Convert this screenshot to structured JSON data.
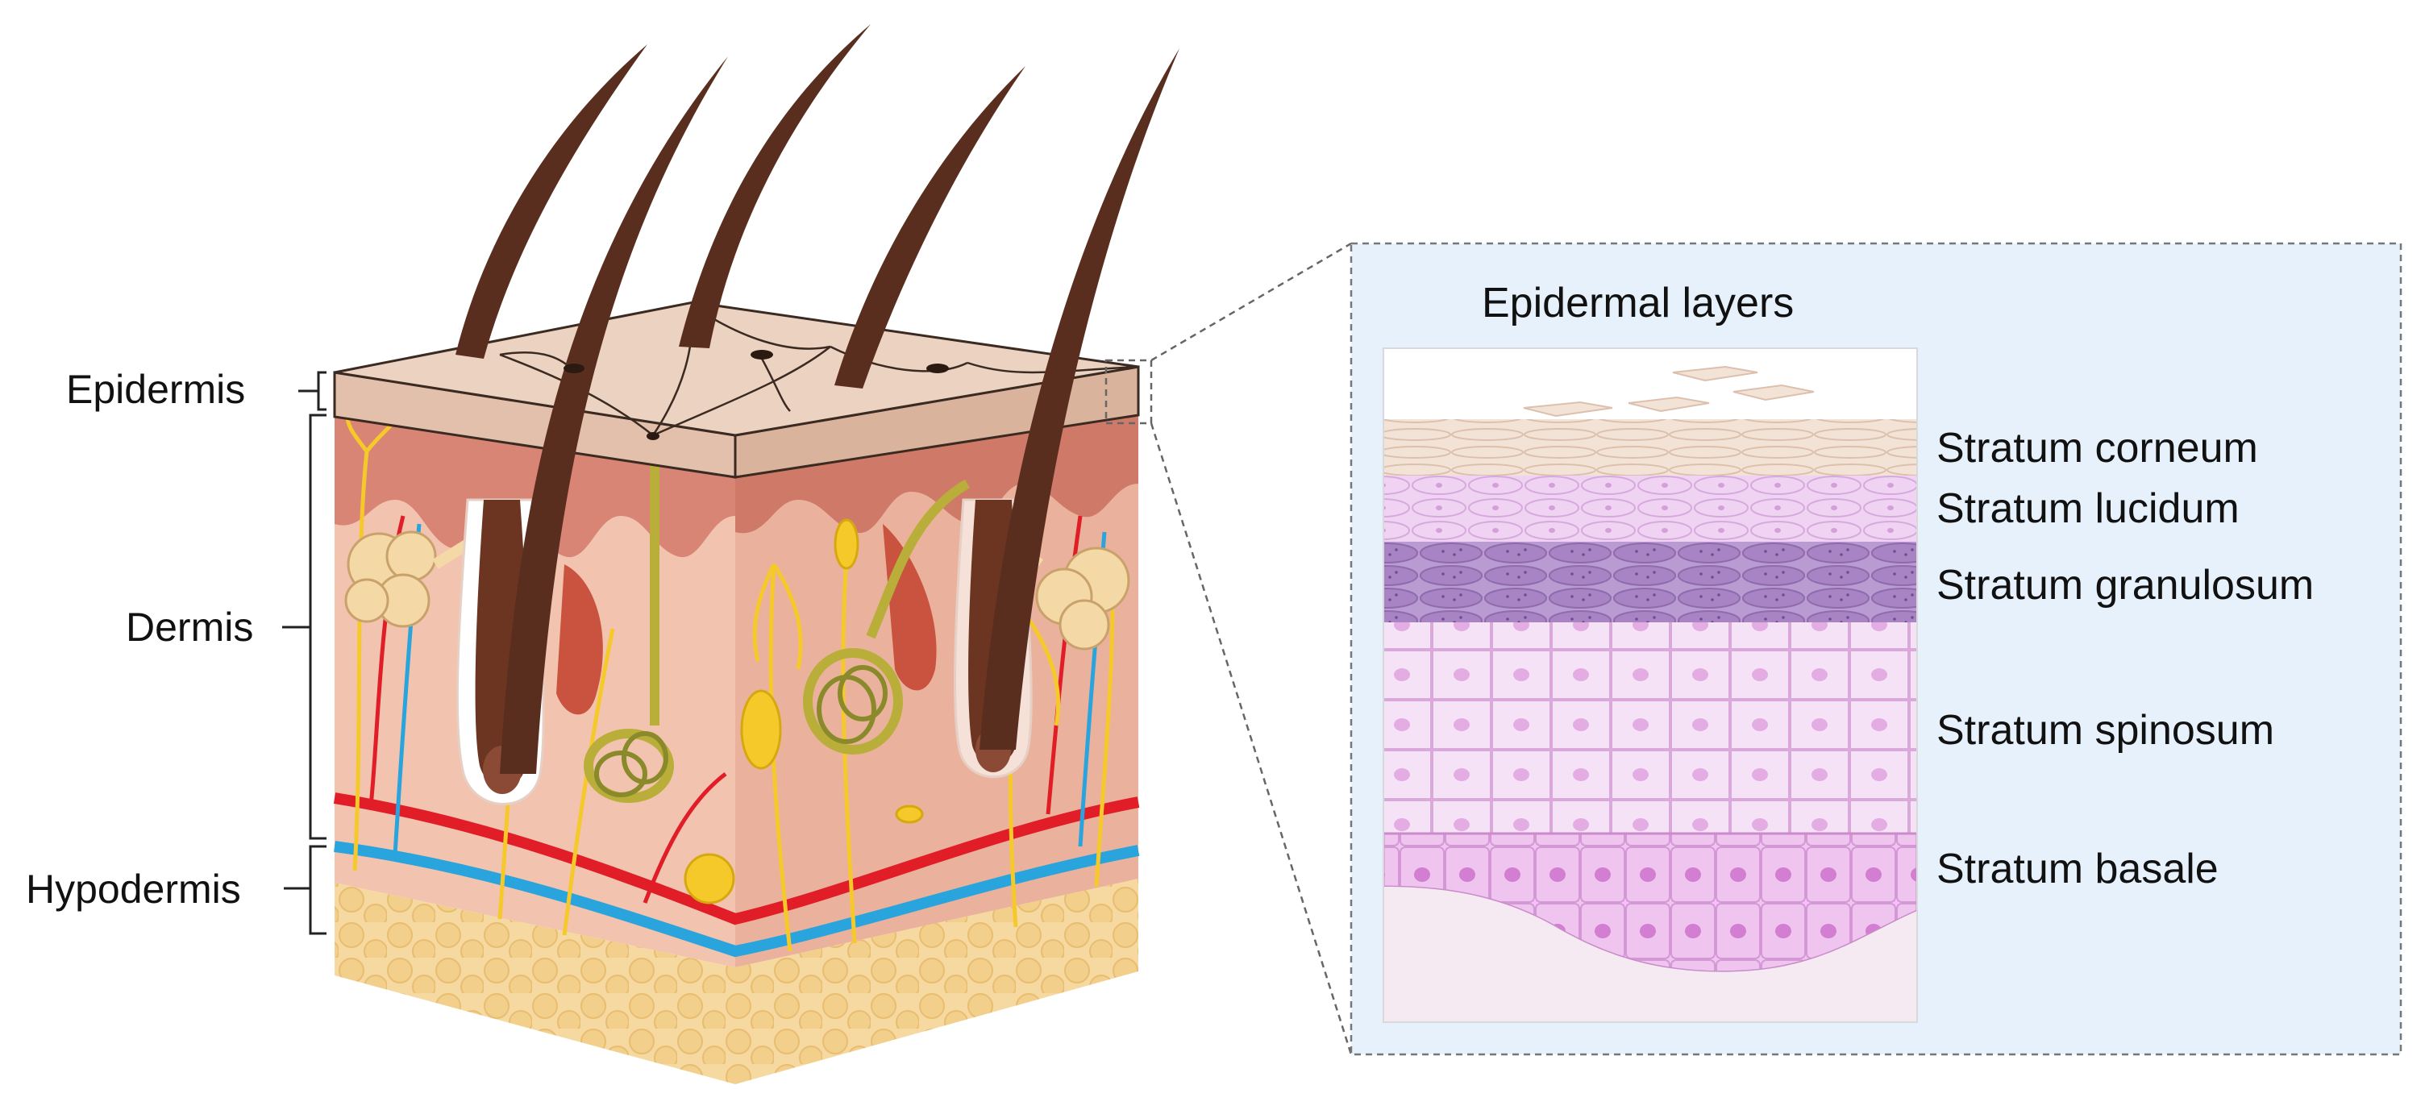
{
  "diagram": {
    "left_labels": {
      "epidermis": "Epidermis",
      "dermis": "Dermis",
      "hypodermis": "Hypodermis"
    },
    "inset": {
      "title": "Epidermal layers",
      "layers": [
        "Stratum corneum",
        "Stratum lucidum",
        "Stratum granulosum",
        "Stratum spinosum",
        "Stratum basale"
      ]
    }
  },
  "colors": {
    "skin_surface": "#ecd2c0",
    "dermis": "#efb9a4",
    "hair": "#5a2e1e",
    "nerve": "#f6c92a",
    "artery": "#e11d27",
    "vein": "#2aa4dc",
    "fat": "#f6d9a0",
    "inset_bg": "#e7f1fb",
    "corneum": "#f0dccf",
    "lucidum": "#ecc7f0",
    "granulosum": "#b797cf",
    "spinosum": "#f3d8f3",
    "basale": "#e9b8e9"
  }
}
